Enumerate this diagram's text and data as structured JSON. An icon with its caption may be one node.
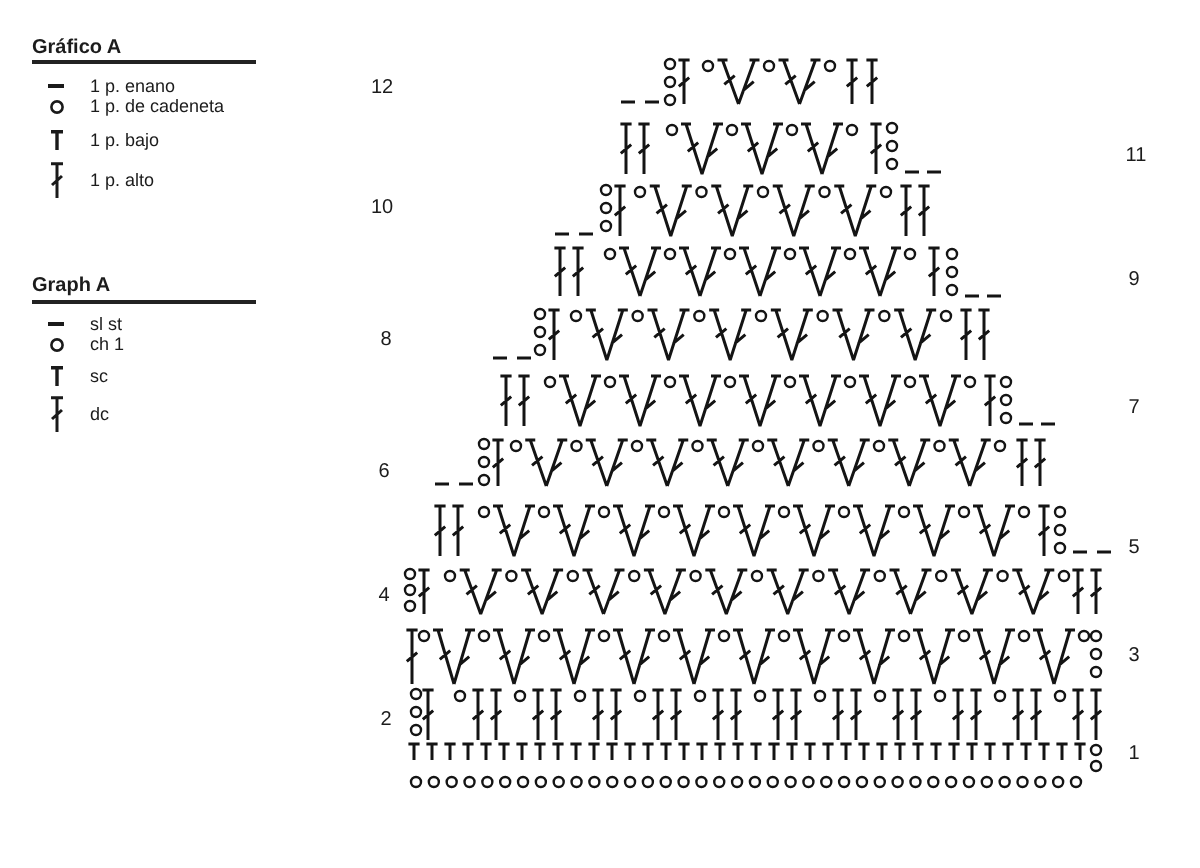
{
  "diagram": {
    "labels": [
      "Gráfico A",
      "Graph A",
      "12",
      "11",
      "10",
      "9",
      "8",
      "7",
      "6",
      "5",
      "4",
      "3",
      "2",
      "1"
    ],
    "legend": [
      {
        "text": "1 p. enano"
      },
      {
        "text": "1 p. de cadeneta"
      },
      {
        "text": "1 p. bajo"
      },
      {
        "text": "1 p. alto"
      },
      {
        "text": "sl st"
      },
      {
        "text": "ch 1"
      },
      {
        "text": "sc"
      },
      {
        "text": "dc"
      }
    ]
  }
}
